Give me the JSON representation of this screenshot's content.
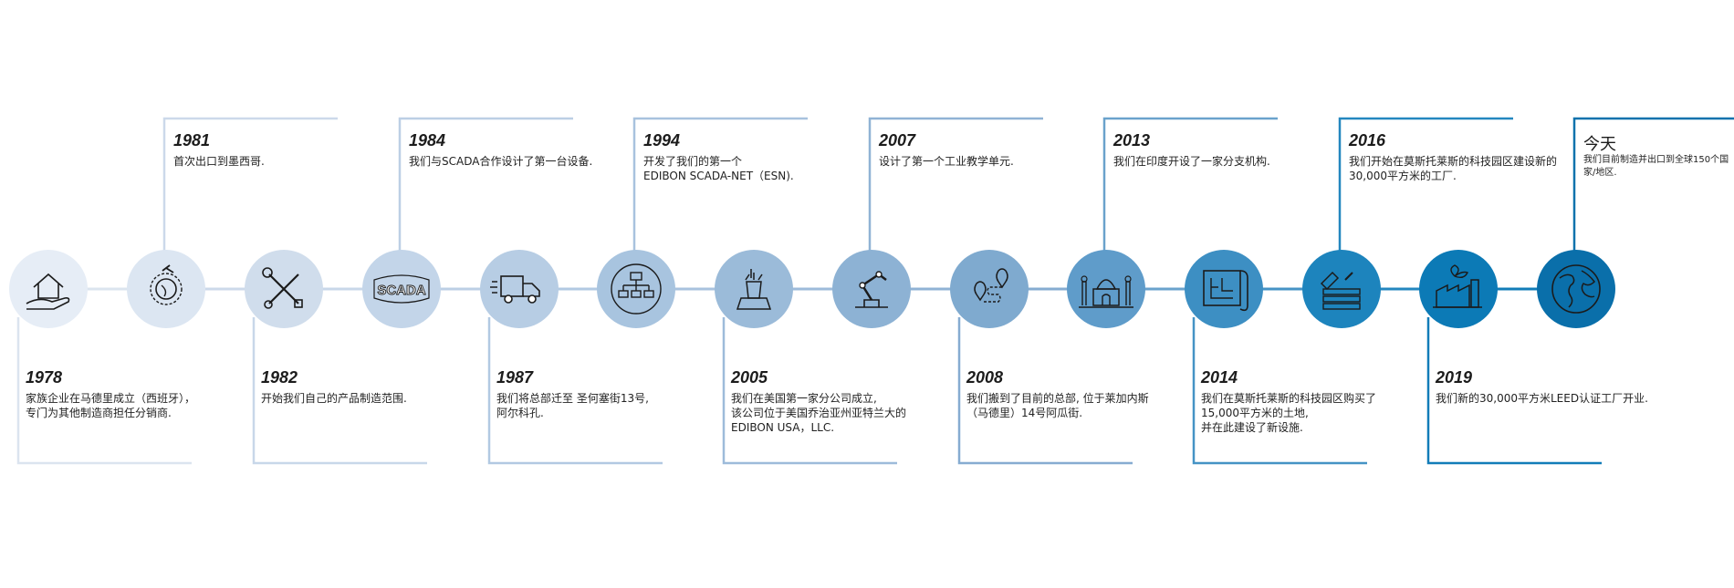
{
  "timeline": {
    "milestones": [
      {
        "year": "1978",
        "text": "家族企业在马德里成立（西班牙），\n专门为其他制造商担任分销商.",
        "icon": "house-hand-icon",
        "color": "#e6edf6"
      },
      {
        "year": "1981",
        "text": "首次出口到墨西哥.",
        "icon": "globe-plane-icon",
        "color": "#dce6f2"
      },
      {
        "year": "1982",
        "text": "开始我们自己的产品制造范围.",
        "icon": "wrench-screwdriver-icon",
        "color": "#d0ddec"
      },
      {
        "year": "1984",
        "text": "我们与SCADA合作设计了第一台设备.",
        "icon": "scada-icon",
        "icon_text": "SCADA",
        "color": "#c3d5e9"
      },
      {
        "year": "1987",
        "text": "我们将总部迁至 圣何塞街13号,\n阿尔科孔.",
        "icon": "delivery-truck-icon",
        "color": "#b7cde4"
      },
      {
        "year": "1994",
        "text": "开发了我们的第一个\nEDIBON SCADA-NET（ESN).",
        "icon": "network-icon",
        "color": "#a8c4df"
      },
      {
        "year": "2005",
        "text": "我们在美国第一家分公司成立,\n该公司位于美国乔治亚州亚特兰大的\nEDIBON USA，LLC.",
        "icon": "statue-of-liberty-icon",
        "color": "#9bbbd9"
      },
      {
        "year": "2007",
        "text": "设计了第一个工业教学单元.",
        "icon": "robot-arm-icon",
        "color": "#8db2d4"
      },
      {
        "year": "2008",
        "text": "我们搬到了目前的总部, 位于莱加内斯\n（马德里）14号阿瓜街.",
        "icon": "map-route-icon",
        "color": "#7faacf"
      },
      {
        "year": "2013",
        "text": "我们在印度开设了一家分支机构.",
        "icon": "taj-mahal-icon",
        "color": "#5f9cca"
      },
      {
        "year": "2014",
        "text": "我们在莫斯托莱斯的科技园区购买了\n15,000平方米的土地,\n并在此建设了新设施.",
        "icon": "blueprint-icon",
        "color": "#3d8fc3"
      },
      {
        "year": "2016",
        "text": "我们开始在莫斯托莱斯的科技园区建设新的\n30,000平方米的工厂.",
        "icon": "construction-icon",
        "color": "#1d84bd"
      },
      {
        "year": "2019",
        "text": "我们新的30,000平方米LEED认证工厂开业.",
        "icon": "green-factory-icon",
        "color": "#0c7ab6"
      },
      {
        "year": "今天",
        "text": "我们目前制造并出口到全球150个国家/地区.",
        "icon": "globe-icon",
        "color": "#0a6faa"
      }
    ]
  }
}
